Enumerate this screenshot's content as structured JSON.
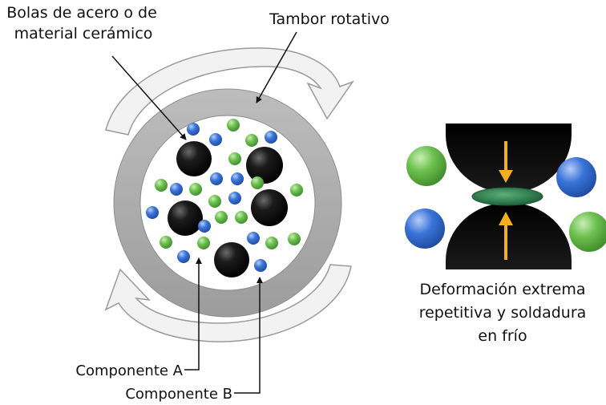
{
  "labels": {
    "balls": [
      "Bolas de acero o de",
      "material cerámico"
    ],
    "drum": "Tambor rotativo",
    "component_a": "Componente A",
    "component_b": "Componente B",
    "caption": [
      "Deformación extrema",
      "repetitiva y soldadura",
      "en frío"
    ]
  },
  "colors": {
    "arrow_fill": "#f2f2f2",
    "arrow_stroke": "#9a9a9a",
    "drum_ring": "#aeaeae",
    "large_ball": "#111111",
    "component_a": "#5cb045",
    "component_b": "#2f66c8",
    "compressed_particle": "#2e7a4c",
    "force_arrow": "#f2b01e"
  }
}
